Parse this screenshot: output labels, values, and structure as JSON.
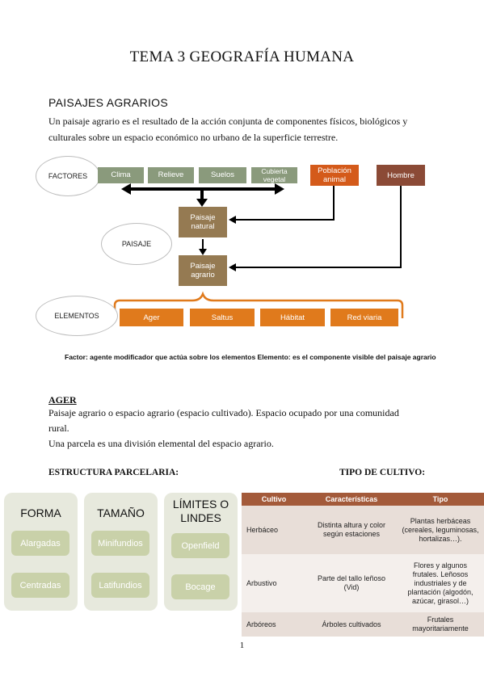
{
  "title": "TEMA 3 GEOGRAFÍA HUMANA",
  "section1": {
    "heading": "PAISAJES AGRARIOS",
    "line1": "Un paisaje agrario es el resultado de la acción conjunta de componentes físicos, biológicos y",
    "line2": "culturales sobre un espacio económico no urbano de la superficie terrestre."
  },
  "diagram": {
    "factores_label": "FACTORES",
    "paisaje_label": "PAISAJE",
    "elementos_label": "ELEMENTOS",
    "factors": [
      "Clima",
      "Relieve",
      "Suelos",
      "Cubierta vegetal"
    ],
    "poblacion": "Población animal",
    "hombre": "Hombre",
    "paisaje_natural": "Paisaje natural",
    "paisaje_agrario": "Paisaje agrario",
    "elements": [
      "Ager",
      "Saltus",
      "Hábitat",
      "Red viaria"
    ],
    "caption": "Factor: agente modificador que actúa sobre los elementos   Elemento: es el componente visible del paisaje agrario",
    "colors": {
      "factor": "#8a9a7c",
      "poblacion": "#d45a1a",
      "hombre": "#8b4a36",
      "paisaje": "#957a52",
      "element": "#e07a1c"
    }
  },
  "ager": {
    "heading": "AGER",
    "line1": "Paisaje agrario o espacio agrario (espacio cultivado). Espacio ocupado por una comunidad",
    "line2": "rural.",
    "line3": "Una parcela es una división elemental del espacio agrario."
  },
  "estructura": {
    "label": "ESTRUCTURA PARCELARIA:",
    "panels": [
      {
        "head": "FORMA",
        "items": [
          "Alargadas",
          "Centradas"
        ]
      },
      {
        "head": "TAMAÑO",
        "items": [
          "Minifundios",
          "Latifundios"
        ]
      },
      {
        "head_line1": "LÍMITES O",
        "head_line2": "LINDES",
        "items": [
          "Openfield",
          "Bocage"
        ]
      }
    ]
  },
  "cultivo": {
    "label": "TIPO DE CULTIVO:",
    "headers": [
      "Cultivo",
      "Características",
      "Tipo"
    ],
    "rows": [
      [
        "Herbáceo",
        "Distinta altura y color según estaciones",
        "Plantas herbáceas (cereales, leguminosas, hortalizas…)."
      ],
      [
        "Arbustivo",
        "Parte del tallo leñoso (Vid)",
        "Flores y algunos frutales. Leñosos industriales y de plantación (algodón, azúcar, girasol…)"
      ],
      [
        "Arbóreos",
        "Árboles cultivados",
        "Frutales mayoritariamente"
      ]
    ]
  },
  "page_number": "1"
}
